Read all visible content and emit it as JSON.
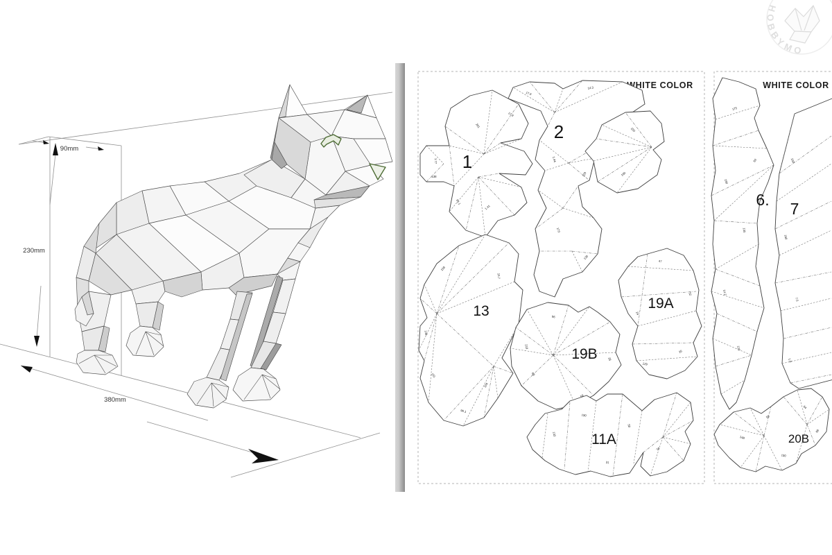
{
  "left_panel": {
    "dim_depth": "90mm",
    "dim_height": "230mm",
    "dim_length": "380mm"
  },
  "watermark": {
    "text": "HOBBYMO"
  },
  "pages": [
    {
      "header": "WHITE COLOR",
      "pieces": [
        {
          "label": "1",
          "edge_numbers": [
            "201",
            "1.77",
            "138",
            "1.41",
            "17.9",
            "61.1"
          ]
        },
        {
          "label": "2",
          "edge_numbers": [
            "17.9",
            "14.3",
            "1.44",
            "129",
            "173",
            "136",
            "150",
            "160"
          ]
        },
        {
          "label": "13",
          "edge_numbers": [
            "15.7",
            "158",
            "149",
            "96.1",
            "104",
            "151"
          ]
        },
        {
          "label": "19A",
          "edge_numbers": [
            "47",
            "52",
            "24",
            "26",
            "129"
          ]
        },
        {
          "label": "19B",
          "edge_numbers": [
            "96",
            "89",
            "58",
            "28",
            "218"
          ]
        },
        {
          "label": "11A",
          "edge_numbers": [
            "133",
            "130",
            "58",
            "34",
            "31"
          ]
        }
      ]
    },
    {
      "header": "WHITE COLOR",
      "pieces": [
        {
          "label": "6.",
          "edge_numbers": [
            "175",
            "190",
            "135",
            "14.2",
            "123",
            "63"
          ]
        },
        {
          "label": "7",
          "edge_numbers": [
            "150",
            "160",
            "7.5",
            "1.8"
          ]
        },
        {
          "label": "20B",
          "edge_numbers": [
            "148",
            "58",
            "64",
            "66",
            "130"
          ]
        }
      ]
    }
  ],
  "colors": {
    "eye_green": "#4c6b33",
    "eye_fill": "#e9eee1",
    "divider_light": "#d6d6d6",
    "divider_dark": "#8a8a8a"
  }
}
